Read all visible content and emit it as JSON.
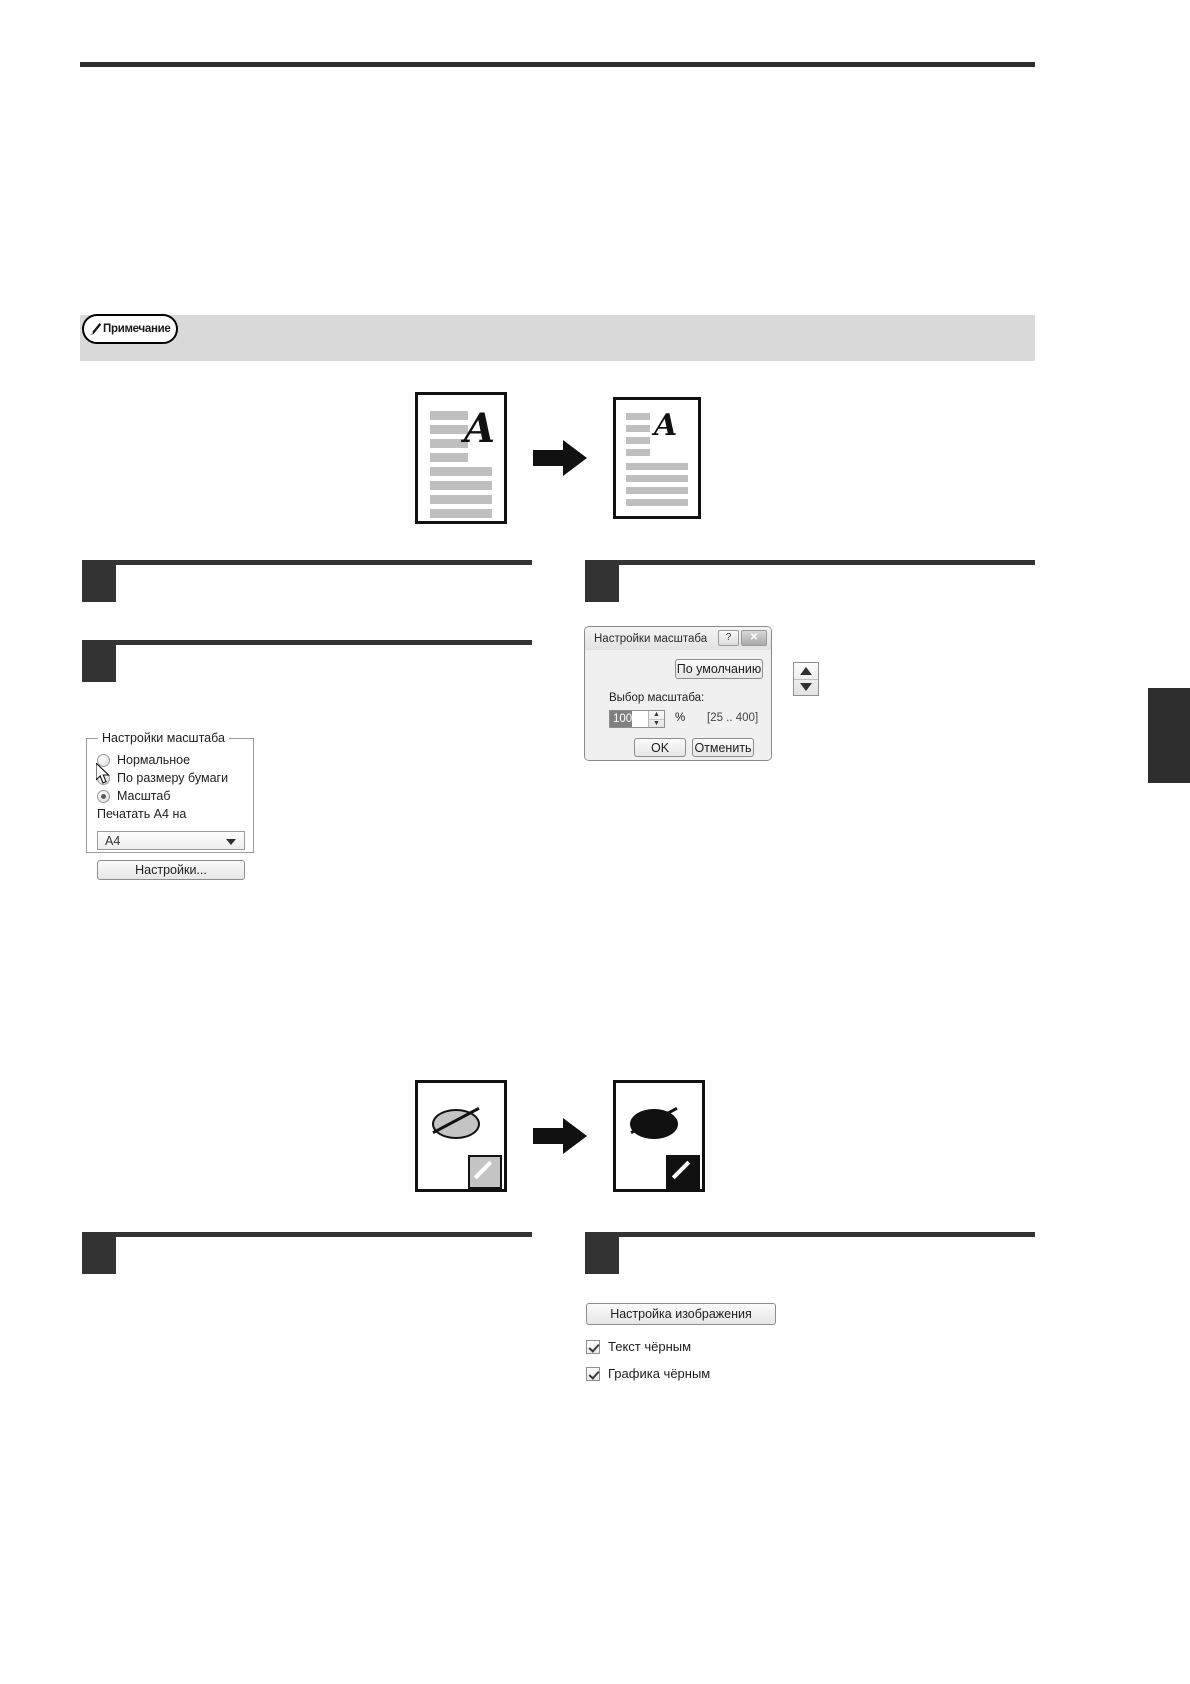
{
  "page": {
    "note_label": "Примечание",
    "note_icon": "pencil-icon"
  },
  "illustration_top": {
    "arrow_icon": "right-arrow-icon",
    "letter": "A",
    "before_caption": "",
    "after_caption": ""
  },
  "illustration_bottom": {
    "arrow_icon": "right-arrow-icon"
  },
  "steps": [
    {
      "id": "step-1",
      "label": ""
    },
    {
      "id": "step-2",
      "label": ""
    },
    {
      "id": "step-3",
      "label": ""
    },
    {
      "id": "step-4",
      "label": ""
    },
    {
      "id": "step-5",
      "label": ""
    }
  ],
  "scale_group": {
    "title": "Настройки масштаба",
    "options": [
      {
        "label": "Нормальное",
        "selected": false
      },
      {
        "label": "По размеру бумаги",
        "selected": false
      },
      {
        "label": "Масштаб",
        "selected": true
      }
    ],
    "print_label": "Печатать A4 на",
    "combo_value": "A4",
    "combo_caret_icon": "chevron-down-icon",
    "settings_button": "Настройки...",
    "cursor_icon": "mouse-pointer-icon"
  },
  "scale_dialog": {
    "title": "Настройки масштаба",
    "help_button": "?",
    "close_button": "✕",
    "help_icon": "question-mark-icon",
    "close_icon": "close-icon",
    "default_button": "По умолчанию",
    "field_label": "Выбор масштаба:",
    "field_value": "100",
    "percent_symbol": "%",
    "range_hint": "[25 .. 400]",
    "ok_button": "OK",
    "cancel_button": "Отменить",
    "spinner_up_icon": "caret-up-icon",
    "spinner_down_icon": "caret-down-icon"
  },
  "spinner_callout": {
    "up_icon": "caret-up-icon",
    "down_icon": "caret-down-icon"
  },
  "image_settings": {
    "button_label": "Настройка изображения",
    "checkboxes": [
      {
        "label": "Текст чёрным",
        "checked": true
      },
      {
        "label": "Графика чёрным",
        "checked": true
      }
    ]
  },
  "colors": {
    "rule": "#2e2e2e",
    "note_band": "#d9d9d9",
    "step_marker": "#333333",
    "illustration_gray": "#bfbfbf"
  }
}
